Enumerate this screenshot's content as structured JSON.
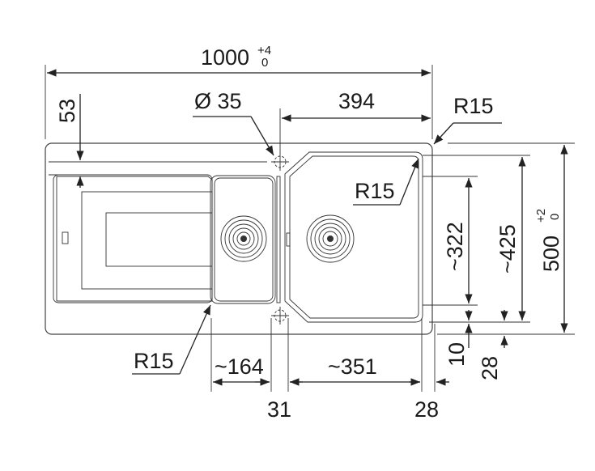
{
  "dimensions": {
    "total_width": "1000",
    "total_width_tol_upper": "+4",
    "total_width_tol_lower": "0",
    "hole_diameter": "Ø 35",
    "bowl_width_top": "394",
    "radius_top_right": "R15",
    "radius_bowl": "R15",
    "radius_bottom_left": "R15",
    "left_margin": "53",
    "depth_bowl": "~322",
    "depth_outer": "~425",
    "total_depth": "500",
    "total_depth_tol_upper": "+2",
    "total_depth_tol_lower": "0",
    "small_bowl_width": "~164",
    "large_bowl_width": "~351",
    "gap_31": "31",
    "right_margin_28": "28",
    "bottom_offset_10": "10",
    "bottom_offset_28": "28"
  }
}
